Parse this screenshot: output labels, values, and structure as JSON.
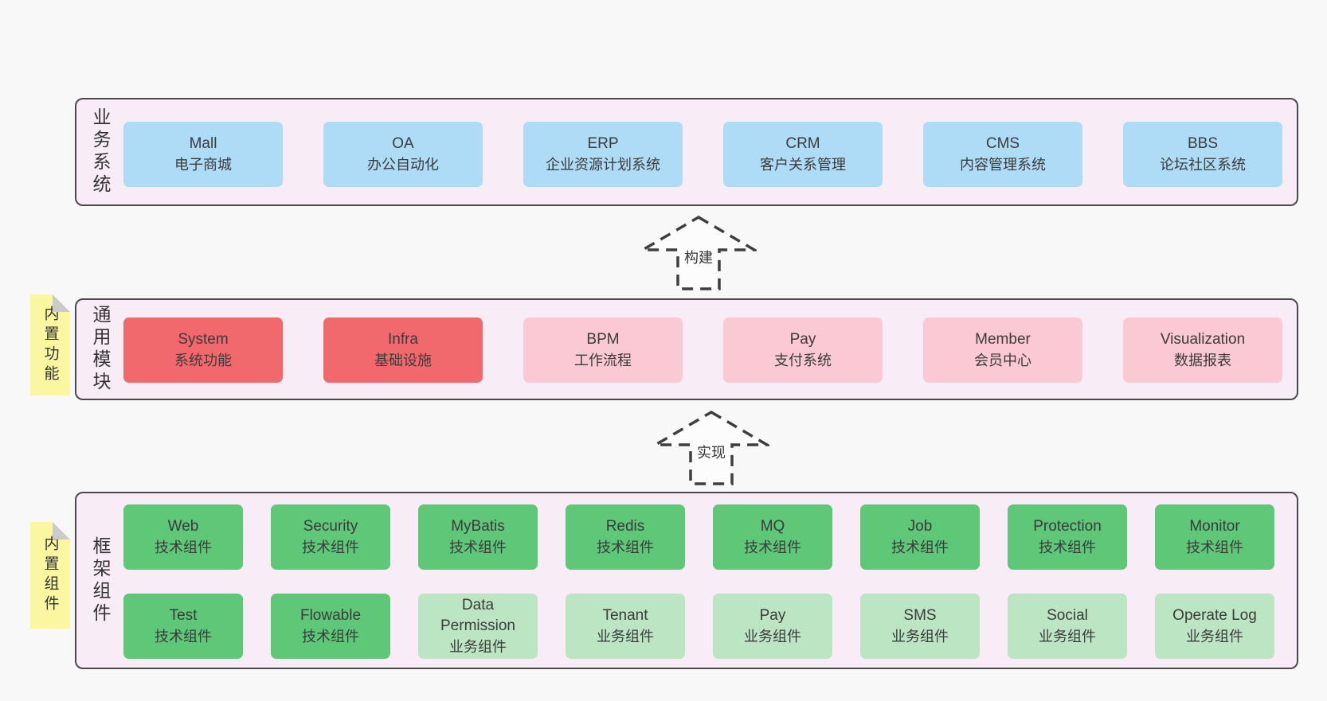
{
  "colors": {
    "page_bg": "#f8f8f8",
    "band_bg": "#f8edf6",
    "band_border": "#4a4a4a",
    "blue": "#aedcf6",
    "red": "#f2696d",
    "pink": "#fbc9d3",
    "green": "#5ec878",
    "green_light": "#bce5c4",
    "note_yellow": "#fbf7a0",
    "note_fold": "#cbcbcb",
    "text": "#3b3b3b"
  },
  "bands": [
    {
      "side_label": "业务系统",
      "boxes": [
        {
          "title": "Mall",
          "subtitle": "电子商城"
        },
        {
          "title": "OA",
          "subtitle": "办公自动化"
        },
        {
          "title": "ERP",
          "subtitle": "企业资源计划系统"
        },
        {
          "title": "CRM",
          "subtitle": "客户关系管理"
        },
        {
          "title": "CMS",
          "subtitle": "内容管理系统"
        },
        {
          "title": "BBS",
          "subtitle": "论坛社区系统"
        }
      ]
    },
    {
      "side_label": "通用模块",
      "note": "内置功能",
      "boxes": [
        {
          "title": "System",
          "subtitle": "系统功能"
        },
        {
          "title": "Infra",
          "subtitle": "基础设施"
        },
        {
          "title": "BPM",
          "subtitle": "工作流程"
        },
        {
          "title": "Pay",
          "subtitle": "支付系统"
        },
        {
          "title": "Member",
          "subtitle": "会员中心"
        },
        {
          "title": "Visualization",
          "subtitle": "数据报表"
        }
      ]
    },
    {
      "side_label": "框架组件",
      "note": "内置组件",
      "row1": [
        {
          "title": "Web",
          "subtitle": "技术组件"
        },
        {
          "title": "Security",
          "subtitle": "技术组件"
        },
        {
          "title": "MyBatis",
          "subtitle": "技术组件"
        },
        {
          "title": "Redis",
          "subtitle": "技术组件"
        },
        {
          "title": "MQ",
          "subtitle": "技术组件"
        },
        {
          "title": "Job",
          "subtitle": "技术组件"
        },
        {
          "title": "Protection",
          "subtitle": "技术组件"
        },
        {
          "title": "Monitor",
          "subtitle": "技术组件"
        }
      ],
      "row2": [
        {
          "title": "Test",
          "subtitle": "技术组件"
        },
        {
          "title": "Flowable",
          "subtitle": "技术组件"
        },
        {
          "title": "Data Permission",
          "subtitle": "业务组件"
        },
        {
          "title": "Tenant",
          "subtitle": "业务组件"
        },
        {
          "title": "Pay",
          "subtitle": "业务组件"
        },
        {
          "title": "SMS",
          "subtitle": "业务组件"
        },
        {
          "title": "Social",
          "subtitle": "业务组件"
        },
        {
          "title": "Operate Log",
          "subtitle": "业务组件"
        }
      ]
    }
  ],
  "arrows": [
    {
      "label": "构建"
    },
    {
      "label": "实现"
    }
  ]
}
